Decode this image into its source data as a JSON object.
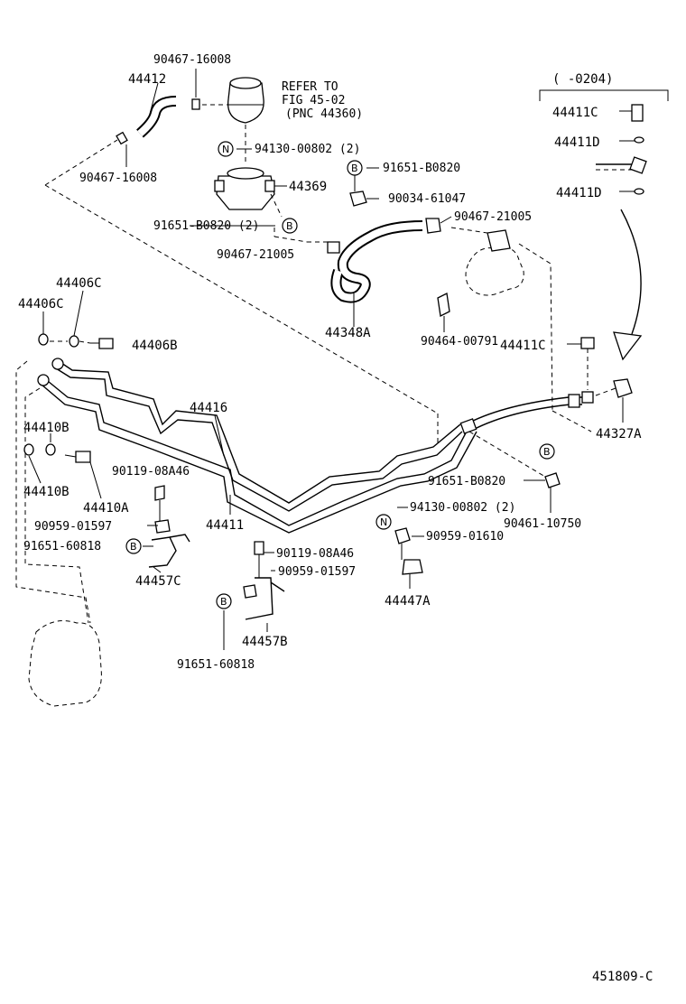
{
  "diagram": {
    "footer_code": "451809-C",
    "range_label": "(      -0204)",
    "reference": {
      "line1": "REFER TO",
      "line2": "FIG 45-02",
      "line3": "(PNC 44360)"
    },
    "badges": {
      "b": "B",
      "n": "N"
    },
    "labels": {
      "p90467_16008_top": "90467-16008",
      "p44412": "44412",
      "p90467_16008_bottom": "90467-16008",
      "p94130_00802_top": "94130-00802 (2)",
      "p44369": "44369",
      "p91651_B0820_2": "91651-B0820 (2)",
      "p90467_21005_left": "90467-21005",
      "p91651_B0820_top": "91651-B0820",
      "p90034_61047": "90034-61047",
      "p90467_21005_right": "90467-21005",
      "p44348A": "44348A",
      "p90464_00791": "90464-00791",
      "p44411C_top": "44411C",
      "p44411D_top": "44411D",
      "p44411D_bottom": "44411D",
      "p44411C_mid": "44411C",
      "p44327A": "44327A",
      "p44406C_top": "44406C",
      "p44406C_left": "44406C",
      "p44406B": "44406B",
      "p44416": "44416",
      "p44410B_top": "44410B",
      "p44410B_bottom": "44410B",
      "p44410A": "44410A",
      "p90119_08A46_left": "90119-08A46",
      "p44411": "44411",
      "p90959_01597_left": "90959-01597",
      "p91651_60818_left": "91651-60818",
      "p44457C": "44457C",
      "p90119_08A46_mid": "90119-08A46",
      "p90959_01597_mid": "90959-01597",
      "p44457B": "44457B",
      "p91651_60818_bottom": "91651-60818",
      "p91651_B0820_right": "91651-B0820",
      "p94130_00802_right": "94130-00802 (2)",
      "p90959_01610": "90959-01610",
      "p44447A": "44447A",
      "p90461_10750": "90461-10750"
    }
  }
}
